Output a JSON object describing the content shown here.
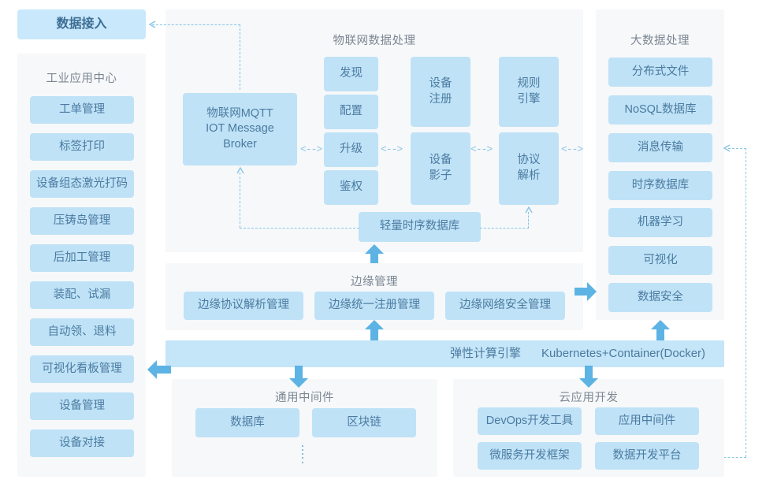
{
  "theme": {
    "box_fill": "#bfe2f7",
    "box_fill_light": "#c9e8fb",
    "panel_bg": "#f7f8f9",
    "text_blue": "#4b7ba0",
    "title_gray": "#7b8794",
    "arrow_blue": "#5cb3e4",
    "dashed_blue": "#86c5e8",
    "page_bg": "#ffffff"
  },
  "data_access": {
    "label": "数据接入"
  },
  "industrial_app_center": {
    "title": "工业应用中心",
    "items": [
      {
        "label": "工单管理"
      },
      {
        "label": "标签打印"
      },
      {
        "label": "设备组态激光打码"
      },
      {
        "label": "压铸岛管理"
      },
      {
        "label": "后加工管理"
      },
      {
        "label": "装配、试漏"
      },
      {
        "label": "自动领、退料"
      },
      {
        "label": "可视化看板管理"
      },
      {
        "label": "设备管理"
      },
      {
        "label": "设备对接"
      }
    ]
  },
  "iot_data_processing": {
    "title": "物联网数据处理",
    "broker": {
      "label": "物联网MQTT\nIOT Message\nBroker"
    },
    "stack": [
      {
        "label": "发现"
      },
      {
        "label": "配置"
      },
      {
        "label": "升级"
      },
      {
        "label": "鉴权"
      }
    ],
    "device_register": {
      "label": "设备\n注册"
    },
    "device_shadow": {
      "label": "设备\n影子"
    },
    "rule_engine": {
      "label": "规则\n引擎"
    },
    "protocol_parse": {
      "label": "协议\n解析"
    },
    "light_tsdb": {
      "label": "轻量时序数据库"
    },
    "connectors": [
      {
        "label": "<-->"
      },
      {
        "label": "<-->"
      },
      {
        "label": "<-->"
      },
      {
        "label": "<-->"
      }
    ]
  },
  "big_data_processing": {
    "title": "大数据处理",
    "items": [
      {
        "label": "分布式文件"
      },
      {
        "label": "NoSQL数据库"
      },
      {
        "label": "消息传输"
      },
      {
        "label": "时序数据库"
      },
      {
        "label": "机器学习"
      },
      {
        "label": "可视化"
      },
      {
        "label": "数据安全"
      }
    ]
  },
  "edge_management": {
    "title": "边缘管理",
    "items": [
      {
        "label": "边缘协议解析管理"
      },
      {
        "label": "边缘统一注册管理"
      },
      {
        "label": "边缘网络安全管理"
      }
    ]
  },
  "elastic_compute": {
    "label_cn": "弹性计算引擎",
    "label_en": "Kubernetes+Container(Docker)"
  },
  "common_middleware": {
    "title": "通用中间件",
    "items": [
      {
        "label": "数据库"
      },
      {
        "label": "区块链"
      }
    ],
    "more_indicator": "⋮"
  },
  "cloud_app_dev": {
    "title": "云应用开发",
    "items": [
      {
        "label": "DevOps开发工具"
      },
      {
        "label": "应用中间件"
      },
      {
        "label": "微服务开发框架"
      },
      {
        "label": "数据开发平台"
      }
    ]
  }
}
